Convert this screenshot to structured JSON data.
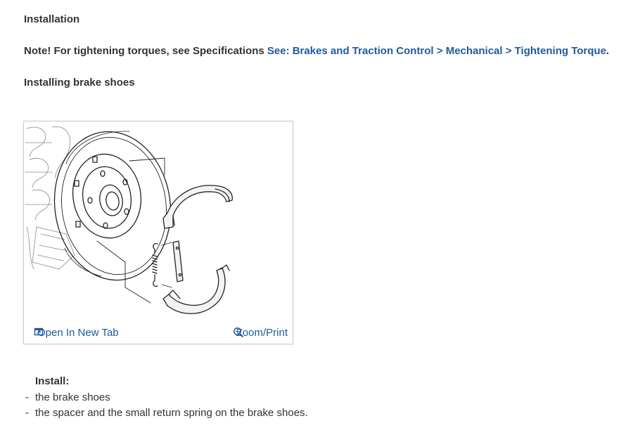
{
  "section": {
    "title": "Installation",
    "note_prefix": "Note! For tightening torques, see Specifications ",
    "note_link": "See: Brakes and Traction Control > Mechanical > Tightening Torque",
    "note_suffix": ".",
    "subtitle": "Installing brake shoes"
  },
  "figure": {
    "open_label": "Open In New Tab",
    "zoom_label": "Zoom/Print",
    "open_icon": "open-in-new-tab-icon",
    "zoom_icon": "magnifier-icon"
  },
  "install": {
    "title": "Install:",
    "items": [
      "the brake shoes",
      "the spacer and the small return spring on the brake shoes."
    ]
  },
  "colors": {
    "link": "#1f5a9e",
    "text": "#333333"
  }
}
